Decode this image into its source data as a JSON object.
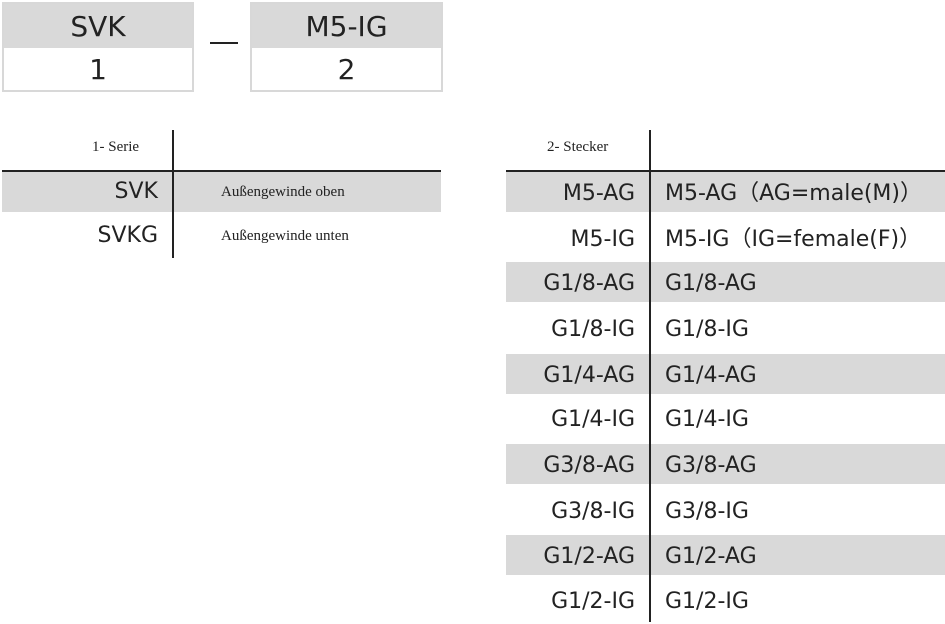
{
  "code": {
    "part1": {
      "value": "SVK",
      "index": "1"
    },
    "separator": "–",
    "part2": {
      "value": "M5-IG",
      "index": "2"
    }
  },
  "series_table": {
    "header": "1- Serie",
    "rows": [
      {
        "code": "SVK",
        "description": "Außengewinde oben"
      },
      {
        "code": "SVKG",
        "description": "Außengewinde unten"
      }
    ]
  },
  "connector_table": {
    "header": "2- Stecker",
    "rows": [
      {
        "code": "M5-AG",
        "description": "M5-AG（AG=male(M)）"
      },
      {
        "code": "M5-IG",
        "description": "M5-IG（IG=female(F)）"
      },
      {
        "code": "G1/8-AG",
        "description": "G1/8-AG"
      },
      {
        "code": "G1/8-IG",
        "description": "G1/8-IG"
      },
      {
        "code": "G1/4-AG",
        "description": "G1/4-AG"
      },
      {
        "code": "G1/4-IG",
        "description": "G1/4-IG"
      },
      {
        "code": "G3/8-AG",
        "description": "G3/8-AG"
      },
      {
        "code": "G3/8-IG",
        "description": "G3/8-IG"
      },
      {
        "code": "G1/2-AG",
        "description": "G1/2-AG"
      },
      {
        "code": "G1/2-IG",
        "description": "G1/2-IG"
      }
    ]
  },
  "colors": {
    "row_shade": "#d9d9d9",
    "border": "#d8d8d8",
    "text": "#222222"
  }
}
